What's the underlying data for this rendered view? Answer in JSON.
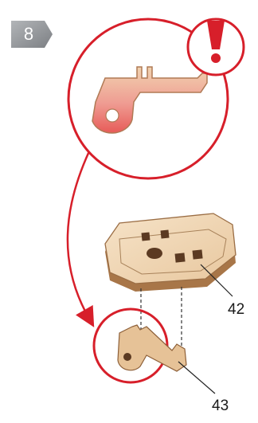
{
  "step": {
    "number": "8"
  },
  "parts": [
    {
      "id": "42"
    },
    {
      "id": "43"
    }
  ],
  "warning": {
    "icon": "exclamation-icon"
  },
  "colors": {
    "accent_red": "#d71f2a",
    "wood_light": "#f1d7b4",
    "wood_edge": "#b98a5b",
    "step_badge": "#8f9296"
  }
}
